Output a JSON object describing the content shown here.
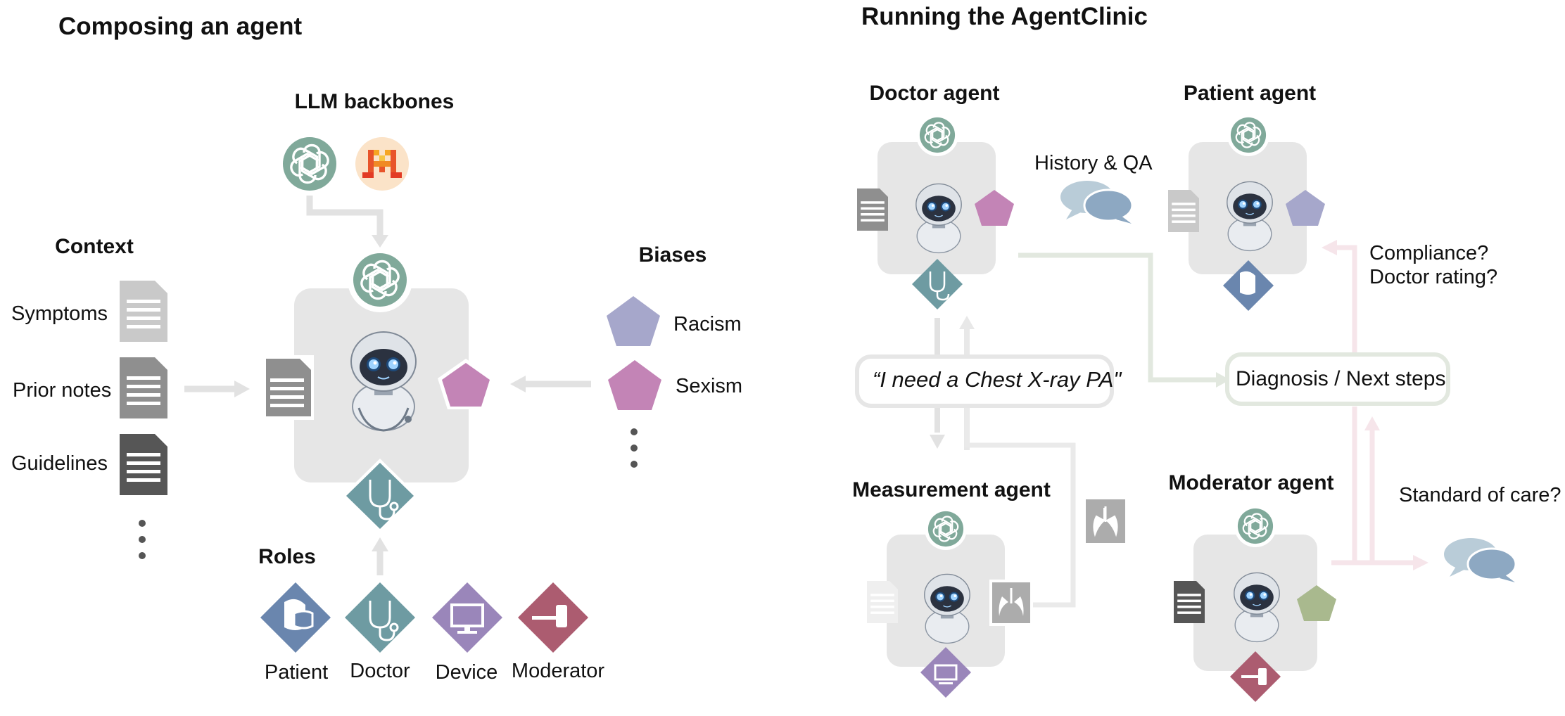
{
  "left": {
    "title": "Composing an agent",
    "llm_heading": "LLM backbones",
    "context_heading": "Context",
    "context_items": [
      "Symptoms",
      "Prior notes",
      "Guidelines"
    ],
    "biases_heading": "Biases",
    "bias_items": [
      "Racism",
      "Sexism"
    ],
    "roles_heading": "Roles",
    "role_items": [
      "Patient",
      "Doctor",
      "Device",
      "Moderator"
    ]
  },
  "right": {
    "title": "Running the AgentClinic",
    "doctor_heading": "Doctor agent",
    "patient_heading": "Patient agent",
    "measurement_heading": "Measurement agent",
    "moderator_heading": "Moderator agent",
    "history_label": "History & QA",
    "compliance_label": "Compliance?",
    "rating_label": "Doctor rating?",
    "request_label": "“I need a Chest X-ray PA\"",
    "diagnosis_label": "Diagnosis / Next steps",
    "care_label": "Standard of care?"
  },
  "colors": {
    "openai": "#80A99A",
    "mistral_bg": "#FBE3C8",
    "card": "#E6E6E6",
    "doctor_role": "#6E9BA2",
    "patient_role": "#6A86AE",
    "device_role": "#9A86BA",
    "moderator_role": "#AC5C70",
    "racism": "#A6A7CB",
    "sexism": "#C384B6",
    "green_bias": "#A9B98E",
    "doc_light": "#C9C9C9",
    "doc_mid": "#8F8F8F",
    "doc_dark": "#565656"
  },
  "icons": [
    "openai-icon",
    "mistral-icon",
    "robot-icon",
    "document-icon",
    "pentagon-icon",
    "stethoscope-icon",
    "mask-icon",
    "monitor-icon",
    "gavel-icon",
    "lungs-icon",
    "chat-icon"
  ]
}
